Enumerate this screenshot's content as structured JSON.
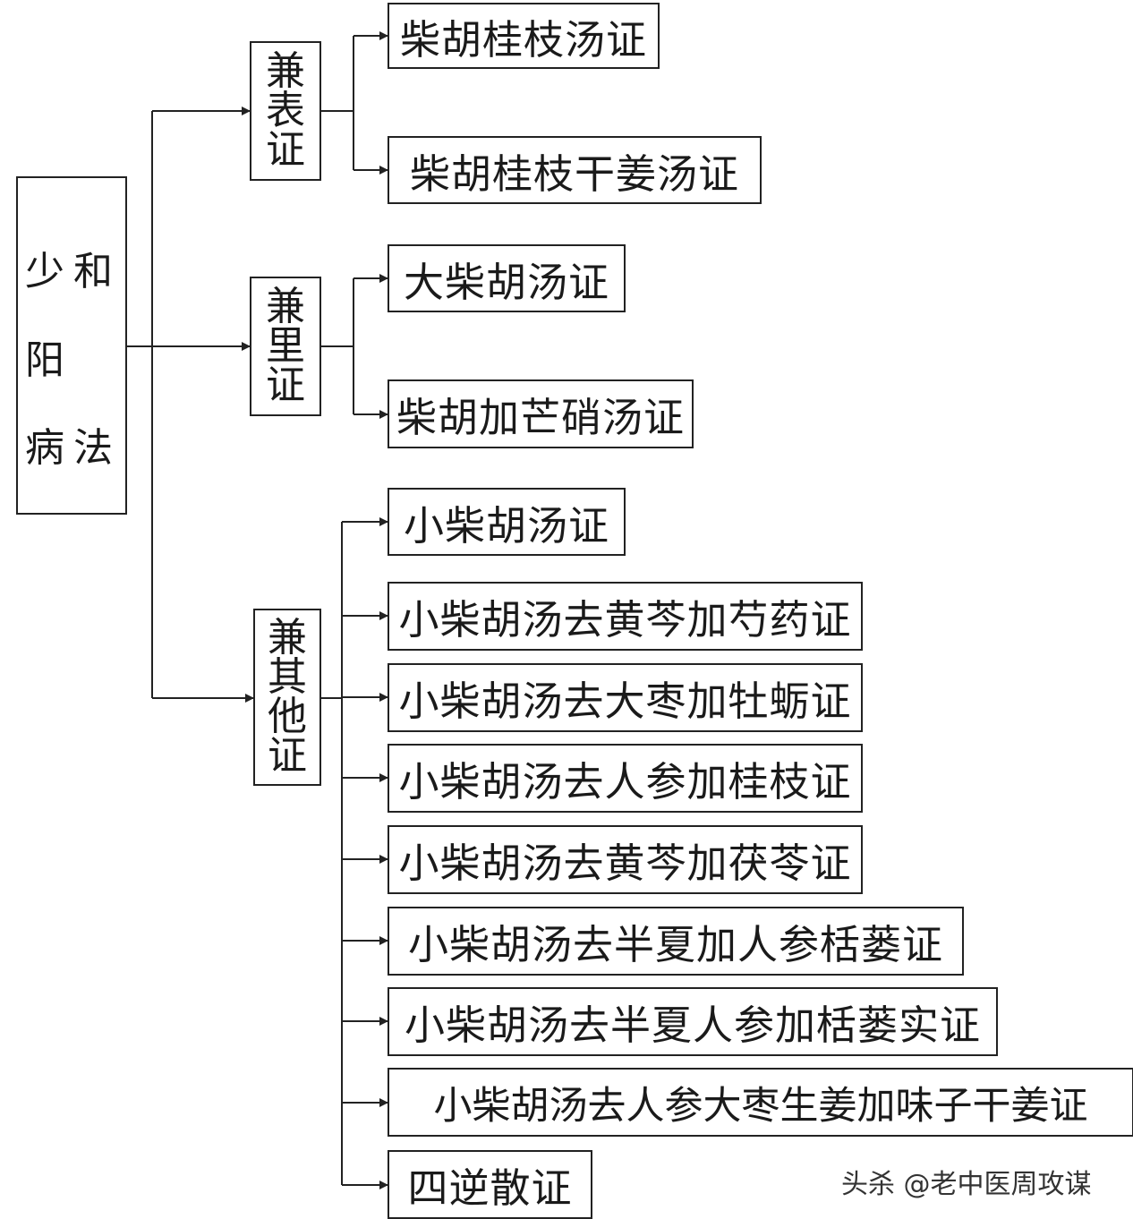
{
  "root": {
    "chars": [
      "少",
      "阳",
      "病",
      "和",
      "法"
    ]
  },
  "groups": [
    {
      "label_chars": [
        "兼",
        "表",
        "证"
      ],
      "items": [
        "柴胡桂枝汤证",
        "柴胡桂枝干姜汤证"
      ]
    },
    {
      "label_chars": [
        "兼",
        "里",
        "证"
      ],
      "items": [
        "大柴胡汤证",
        "柴胡加芒硝汤证"
      ]
    },
    {
      "label_chars": [
        "兼",
        "其",
        "他",
        "证"
      ],
      "items": [
        "小柴胡汤证",
        "小柴胡汤去黄芩加芍药证",
        "小柴胡汤去大枣加牡蛎证",
        "小柴胡汤去人参加桂枝证",
        "小柴胡汤去黄芩加茯苓证",
        "小柴胡汤去半夏加人参栝蒌证",
        "小柴胡汤去半夏人参加栝蒌实证",
        "小柴胡汤去人参大枣生姜加味子干姜证",
        "四逆散证"
      ]
    }
  ],
  "watermark": "头杀 @老中医周攻谋",
  "colors": {
    "line": "#222222",
    "text": "#1a1a1a",
    "background": "#ffffff"
  }
}
